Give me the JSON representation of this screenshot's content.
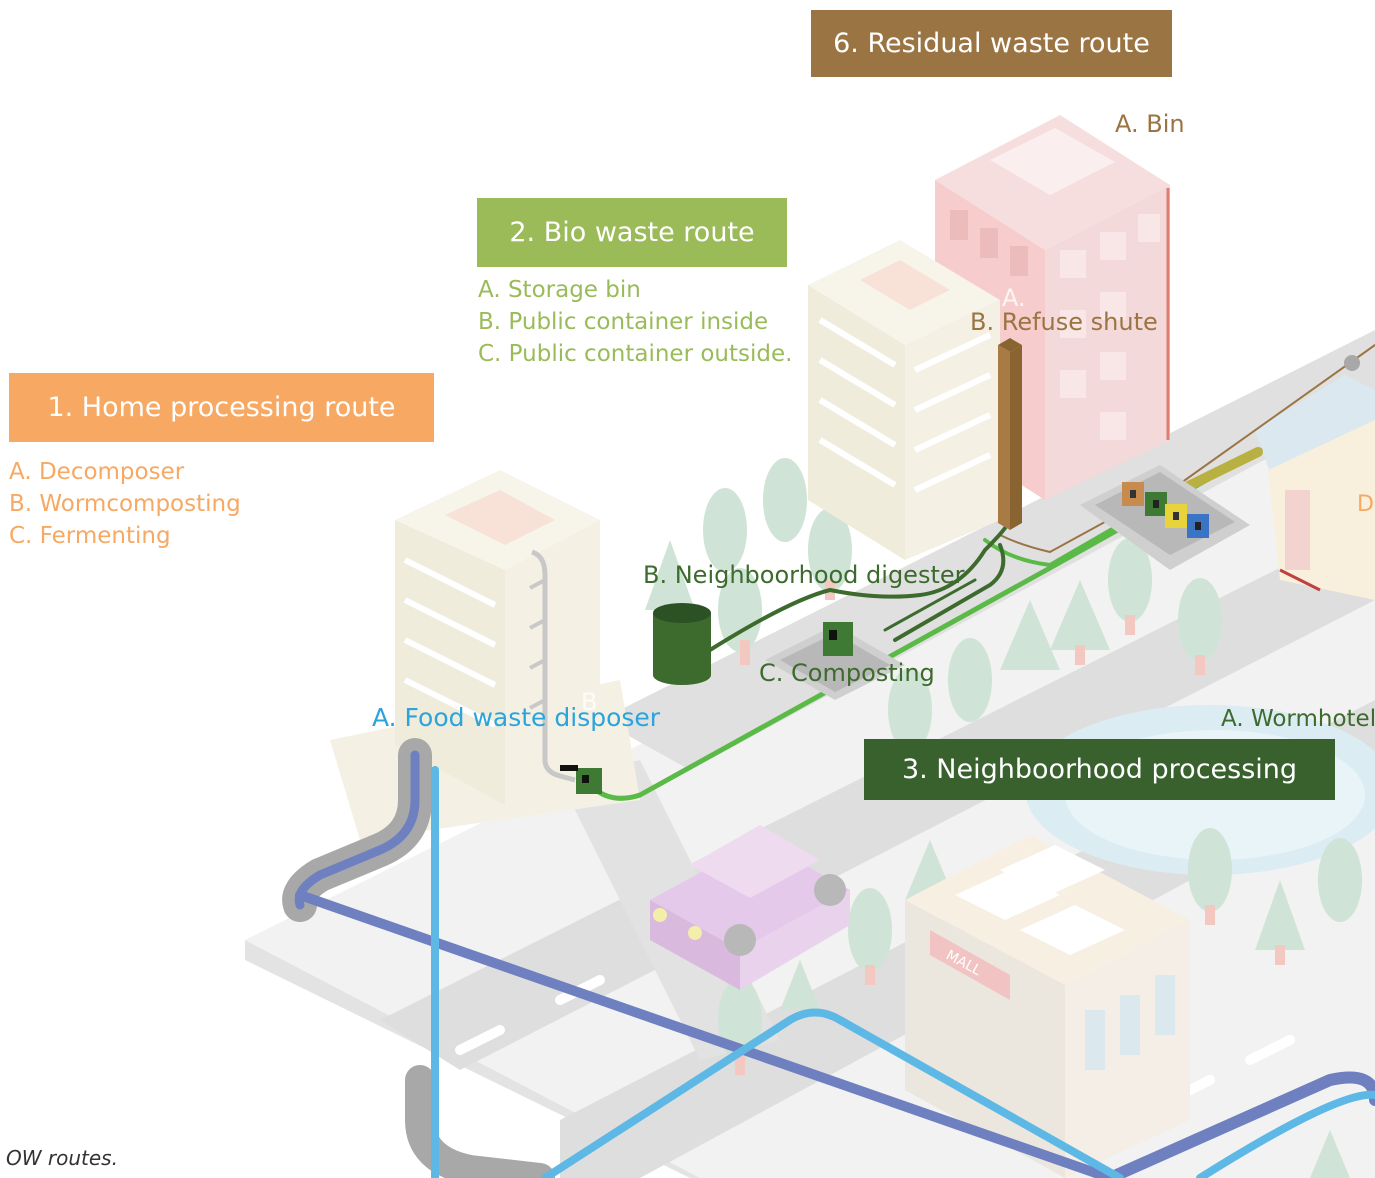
{
  "routes": {
    "home": {
      "title": "1. Home processing route",
      "items": [
        "A. Decomposer",
        "B. Wormcomposting",
        "C. Fermenting"
      ],
      "color": "#f7a862"
    },
    "bio": {
      "title": "2. Bio waste route",
      "items": [
        "A. Storage bin",
        "B. Public container inside",
        "C. Public container outside."
      ],
      "color": "#9bbb59"
    },
    "neighborhood": {
      "title": "3. Neighboorhood processing",
      "color": "#38612e"
    },
    "residual": {
      "title": "6. Residual waste route",
      "color": "#9a7543"
    }
  },
  "labels": {
    "bin": "A. Bin",
    "refuse_shute": "B. Refuse shute",
    "neighborhood_digester": "B. Neighboorhood digester",
    "composting": "C. Composting",
    "food_waste_disposer": "A. Food waste disposer",
    "wormhotel": "A. Wormhotel",
    "a_faint": "A.",
    "b_faint": "B",
    "d_cut": "D",
    "mall": "MALL"
  },
  "caption": "OW routes.",
  "colors": {
    "road": "#d9d9d9",
    "grass": "#f2f2f2",
    "tree": "#cfe4d6",
    "building_cream": "#f4f1e4",
    "building_pink": "#f6cccc",
    "pipe_blue": "#5db8e6",
    "pipe_navy": "#6f80c0",
    "green_line": "#5bba47",
    "dark_green_line": "#3d6b2e",
    "brown_line": "#9a7543"
  }
}
